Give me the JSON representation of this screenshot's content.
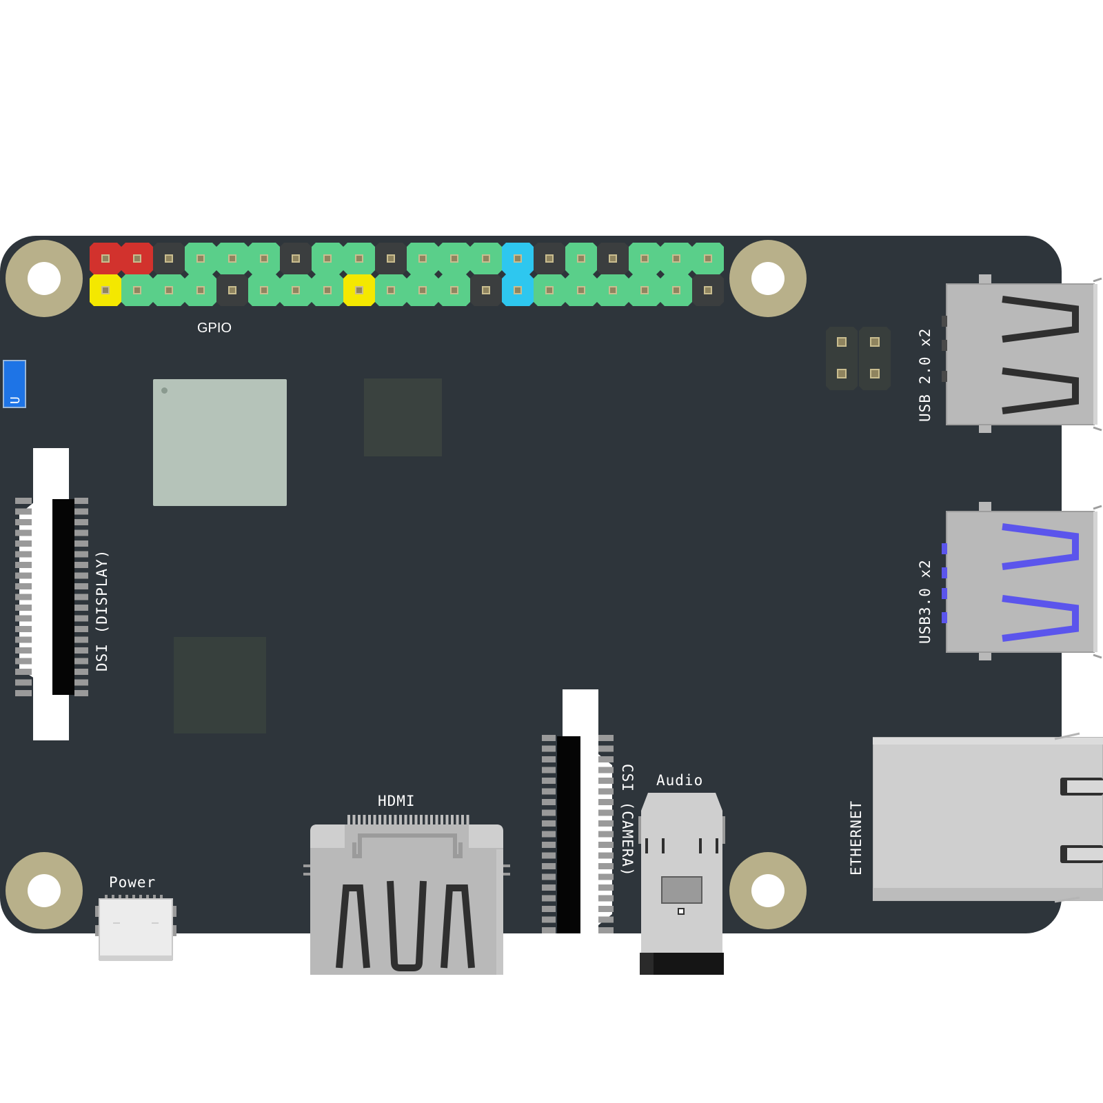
{
  "board": {
    "color": "#2e353b"
  },
  "labels": {
    "gpio": "GPIO",
    "usb2": "USB 2.0 x2",
    "usb3": "USB3.0 x2",
    "dsi": "DSI (DISPLAY)",
    "csi": "CSI (CAMERA)",
    "hdmi": "HDMI",
    "audio": "Audio",
    "power": "Power",
    "ethernet": "ETHERNET",
    "side_tab": "U"
  },
  "colors": {
    "gpio_power_5v": "#d2322d",
    "gpio_power_3v3": "#f4e800",
    "gpio_gpio": "#5acf8a",
    "gpio_ground": "#3b3e3f",
    "gpio_special": "#2ec7ef",
    "mount_ring": "#b8b08a",
    "usb3_accent": "#5b55ec"
  },
  "gpio": {
    "top_row": [
      "5v",
      "5v",
      "gnd",
      "gpio",
      "gpio",
      "gpio",
      "gnd",
      "gpio",
      "gpio",
      "gnd",
      "gpio",
      "gpio",
      "gpio",
      "special",
      "gnd",
      "gpio",
      "gnd",
      "gpio",
      "gpio",
      "gpio"
    ],
    "bottom_row": [
      "3v3",
      "gpio",
      "gpio",
      "gpio",
      "gnd",
      "gpio",
      "gpio",
      "gpio",
      "3v3",
      "gpio",
      "gpio",
      "gpio",
      "gnd",
      "special",
      "gpio",
      "gpio",
      "gpio",
      "gpio",
      "gpio",
      "gnd"
    ]
  }
}
